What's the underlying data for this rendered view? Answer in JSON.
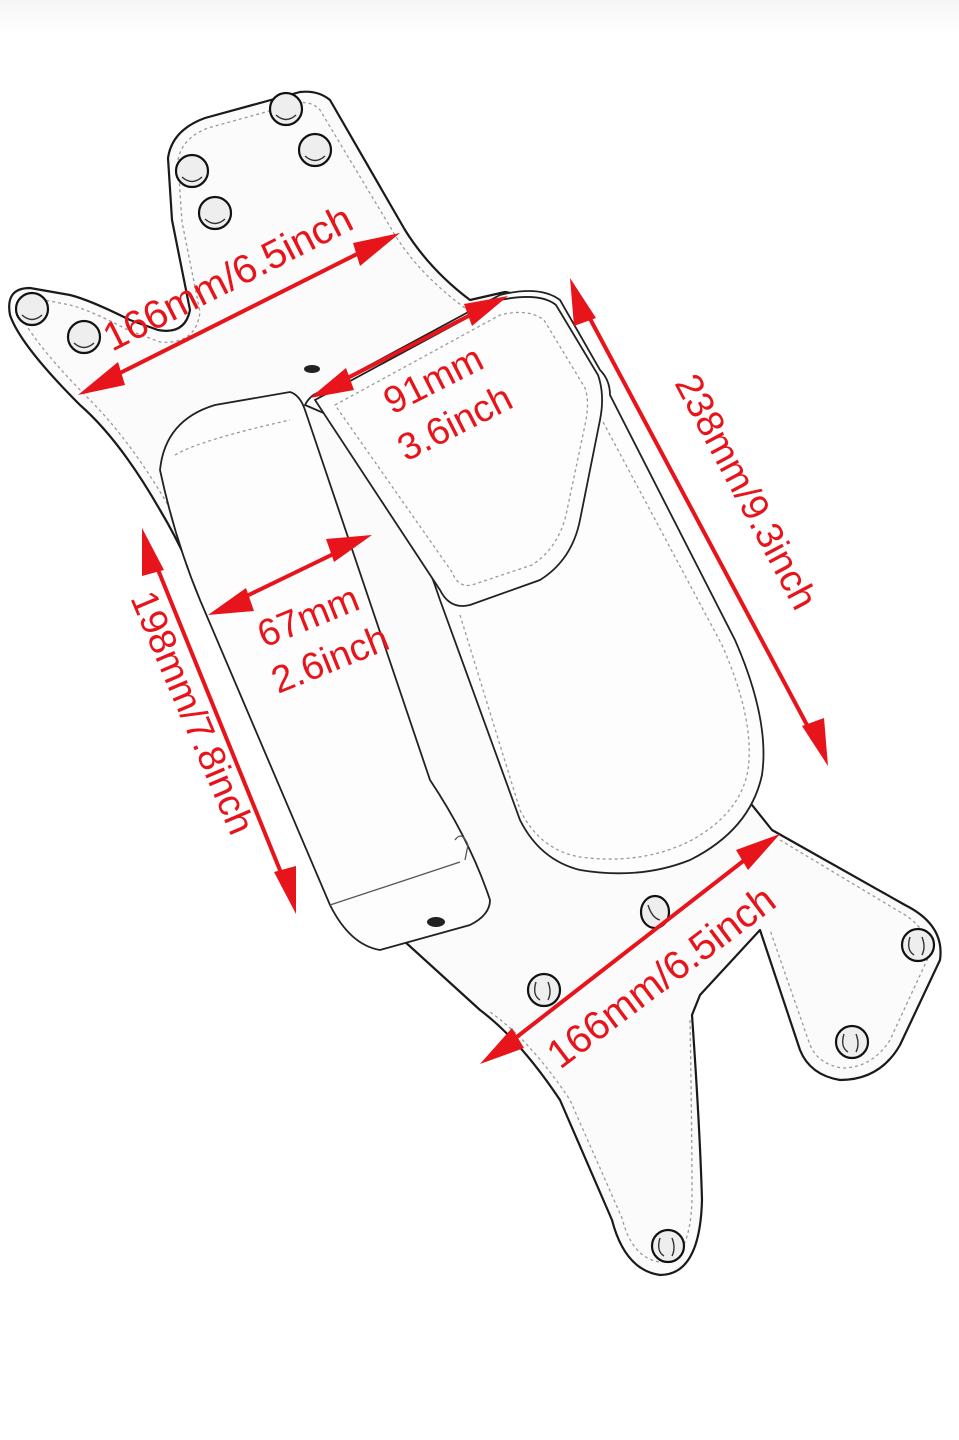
{
  "diagram": {
    "subject": "leather fork bag / tool pouch line drawing with dimension callouts",
    "accent_color": "#e8141b",
    "line_color": "#1a1a1a",
    "background": "#ffffff",
    "dimensions": {
      "top_width": {
        "label": "166mm/6.5inch",
        "mm": 166,
        "inch": 6.5
      },
      "pouch_flap_width": {
        "label_mm": "91mm",
        "label_inch": "3.6inch",
        "mm": 91,
        "inch": 3.6
      },
      "pouch_length": {
        "label": "238mm/9.3inch",
        "mm": 238,
        "inch": 9.3
      },
      "tube_width": {
        "label_mm": "67mm",
        "label_inch": "2.6inch",
        "mm": 67,
        "inch": 2.6
      },
      "tube_length": {
        "label": "198mm/7.8inch",
        "mm": 198,
        "inch": 7.8
      },
      "bottom_width": {
        "label": "166mm/6.5inch",
        "mm": 166,
        "inch": 6.5
      }
    },
    "rivets": {
      "top_mount": 6,
      "bottom_mount": 5,
      "pouch_snaps": 2
    }
  }
}
